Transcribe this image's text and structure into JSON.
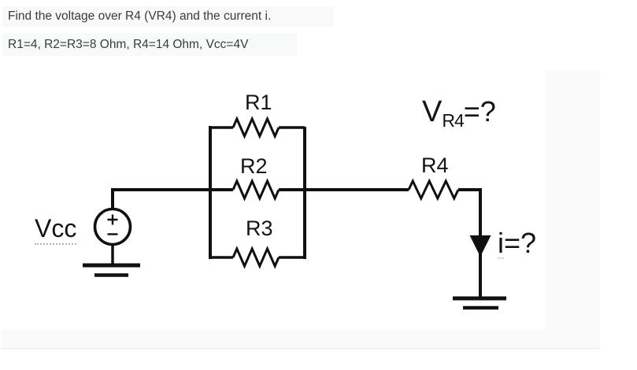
{
  "problem": {
    "question": "Find the voltage over R4 (VR4) and the current i.",
    "given": "R1=4, R2=R3=8 Ohm, R4=14 Ohm, Vcc=4V"
  },
  "circuit": {
    "source_label": "Vcc",
    "resistors": {
      "r1": "R1",
      "r2": "R2",
      "r3": "R3",
      "r4": "R4"
    },
    "unknowns": {
      "vr4_symbol": "V",
      "vr4_subscript": "R4",
      "vr4_equals": "=?",
      "current_symbol": "i",
      "current_equals": "=?"
    },
    "source_polarity": {
      "plus": "+",
      "minus": "−"
    }
  },
  "colors": {
    "circuit_stroke": "#101010",
    "question_text": "#3b3b3b",
    "highlight_background": "#f8f9f9",
    "panel_background": "#fafafa",
    "panel_border": "#e9e9e9",
    "vcc_underline": "#a3b9cf",
    "i_underline": "#cfcfcf"
  }
}
